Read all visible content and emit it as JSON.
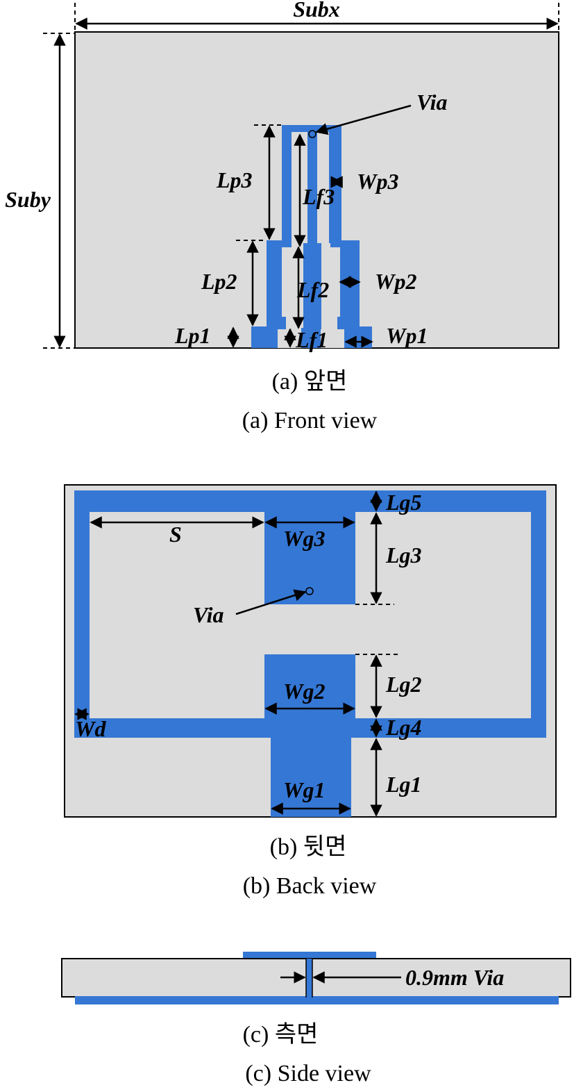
{
  "front": {
    "labels": {
      "subx": "Subx",
      "suby": "Suby",
      "via": "Via",
      "lp3": "Lp3",
      "lf3": "Lf3",
      "wp3": "Wp3",
      "lp2": "Lp2",
      "lf2": "Lf2",
      "wp2": "Wp2",
      "lp1": "Lp1",
      "lf1": "Lf1",
      "wp1": "Wp1"
    },
    "caption_kr": "(a)  앞면",
    "caption_en": "(a)  Front  view"
  },
  "back": {
    "labels": {
      "lg5": "Lg5",
      "s": "S",
      "wg3": "Wg3",
      "lg3": "Lg3",
      "via": "Via",
      "wg2": "Wg2",
      "lg2": "Lg2",
      "wd": "Wd",
      "lg4": "Lg4",
      "wg1": "Wg1",
      "lg1": "Lg1"
    },
    "caption_kr": "(b)  뒷면",
    "caption_en": "(b)  Back  view"
  },
  "side": {
    "via_label": "0.9mm Via",
    "caption_kr": "(c)  측면",
    "caption_en": "(c)  Side  view"
  },
  "colors": {
    "copper": "#3577d4",
    "substrate": "#dcdcdc"
  }
}
